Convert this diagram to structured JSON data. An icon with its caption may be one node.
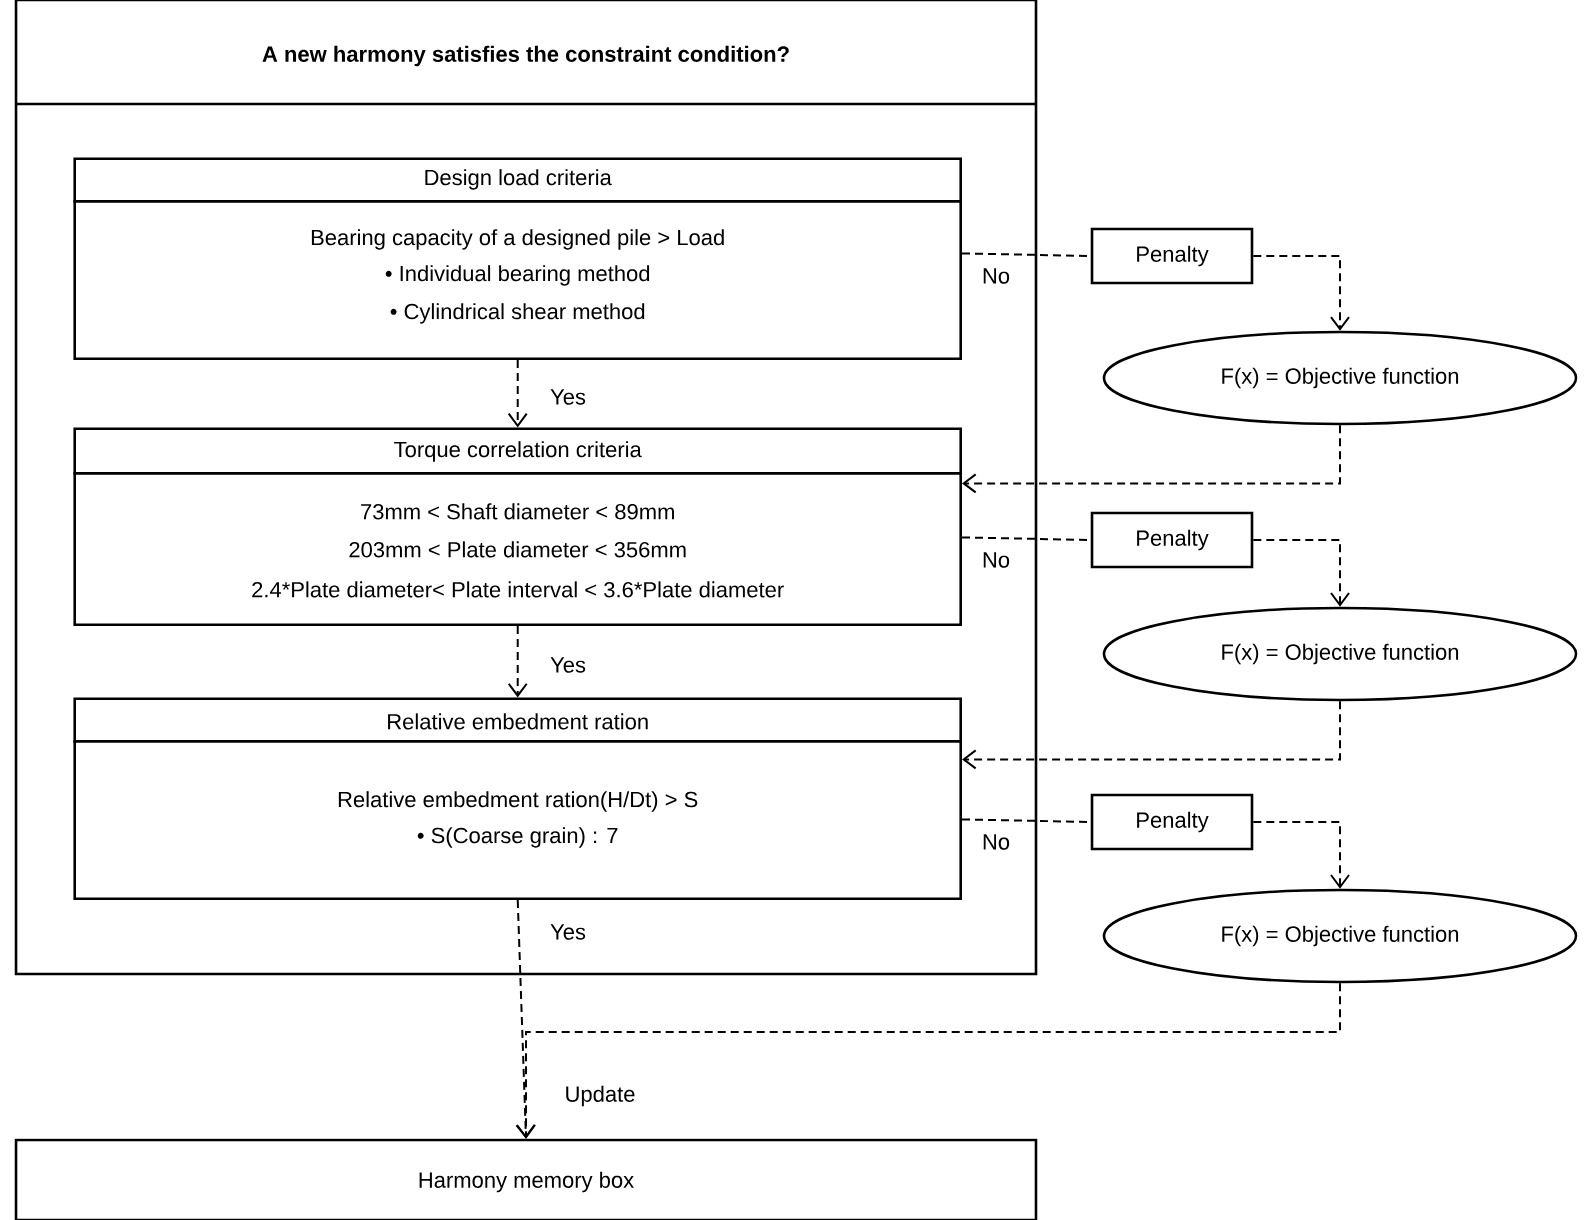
{
  "diagram": {
    "nodes": [
      {
        "text": [
          "A new harmony satisfies the constraint condition?"
        ]
      },
      {
        "text": [
          "Design load criteria",
          "Bearing capacity of a designed pile > Load",
          "• Individual bearing method",
          "• Cylindrical shear method"
        ],
        "in": 0
      },
      {
        "text": [
          "Torque correlation criteria",
          "73mm < Shaft diameter < 89mm",
          "203mm < Plate diameter < 356mm",
          "2.4*Plate diameter< Plate interval < 3.6*Plate diameter"
        ],
        "in": 0
      },
      {
        "text": [
          "Relative embedment ration",
          "Relative embedment ration(H/Dt) > S",
          "• S(Coarse grain) : 7"
        ],
        "in": 0
      },
      {
        "text": [
          "Penalty"
        ]
      },
      {
        "text": [
          "F(x) = Objective function"
        ]
      },
      {
        "text": [
          "Penalty"
        ]
      },
      {
        "text": [
          "F(x) = Objective function"
        ]
      },
      {
        "text": [
          "Penalty"
        ]
      },
      {
        "text": [
          "F(x) = Objective function"
        ]
      },
      {
        "text": [
          "Harmony memory box"
        ]
      }
    ],
    "edges": [
      {
        "from": 1,
        "to": 2,
        "arrow": "to",
        "label": "Yes",
        "style": "dashed"
      },
      {
        "from": 1,
        "to": 4,
        "arrow": "none",
        "label": "No",
        "style": "dashed"
      },
      {
        "from": 4,
        "to": 5,
        "arrow": "to",
        "style": "dashed"
      },
      {
        "from": 5,
        "to": 2,
        "arrow": "to",
        "style": "dashed"
      },
      {
        "from": 2,
        "to": 3,
        "arrow": "to",
        "label": "Yes",
        "style": "dashed"
      },
      {
        "from": 2,
        "to": 6,
        "arrow": "none",
        "label": "No",
        "style": "dashed"
      },
      {
        "from": 6,
        "to": 7,
        "arrow": "to",
        "style": "dashed"
      },
      {
        "from": 7,
        "to": 3,
        "arrow": "to",
        "style": "dashed"
      },
      {
        "from": 3,
        "to": 10,
        "arrow": "to",
        "label": "Yes",
        "style": "dashed"
      },
      {
        "from": 3,
        "to": 8,
        "arrow": "none",
        "label": "No",
        "style": "dashed"
      },
      {
        "from": 8,
        "to": 9,
        "arrow": "to",
        "style": "dashed"
      },
      {
        "from": 9,
        "to": 10,
        "arrow": "to",
        "label": "Update",
        "style": "dashed"
      }
    ]
  }
}
